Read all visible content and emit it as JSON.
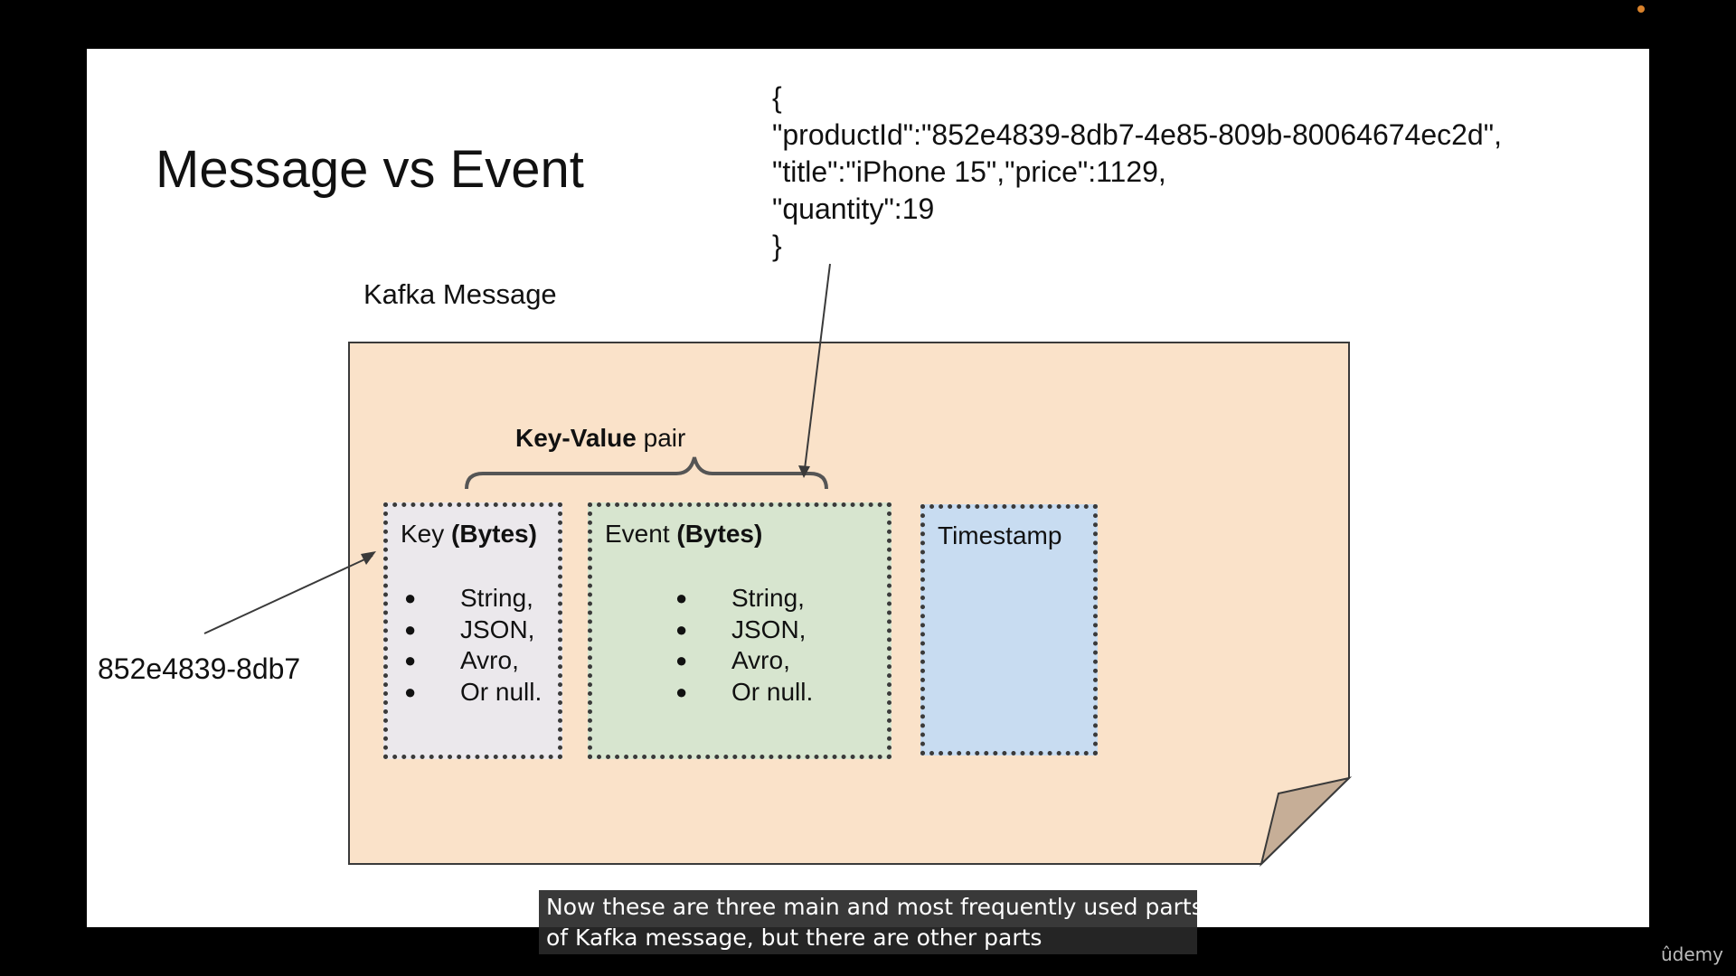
{
  "slide": {
    "title": "Message vs Event",
    "json_example": {
      "lines": [
        "{",
        "\"productId\":\"852e4839-8db7-4e85-809b-80064674ec2d\",",
        "\"title\":\"iPhone 15\",\"price\":1129,",
        "\"quantity\":19",
        "}"
      ]
    },
    "kafka_label": "Kafka Message",
    "key_value_bold": "Key-Value",
    "key_value_rest": " pair",
    "key_example": "852e4839-8db7",
    "key_box": {
      "title": "Key",
      "title_bold": "(Bytes)",
      "items": [
        "String,",
        "JSON,",
        "Avro,",
        "Or null."
      ]
    },
    "event_box": {
      "title": "Event",
      "title_bold": "(Bytes)",
      "items": [
        "String,",
        "JSON,",
        "Avro,",
        "Or null."
      ]
    },
    "timestamp_box": {
      "title": "Timestamp"
    }
  },
  "caption": {
    "line1": "Now these are three main and most frequently used parts",
    "line2": "of Kafka message, but there are other parts"
  },
  "brand": "ûdemy",
  "colors": {
    "paper": "#fae2c9",
    "fold": "#c6ae97",
    "key_box": "#ebe8ec",
    "event_box": "#d7e5cf",
    "timestamp_box": "#c8dcf1",
    "caption_bg": "#282828"
  }
}
